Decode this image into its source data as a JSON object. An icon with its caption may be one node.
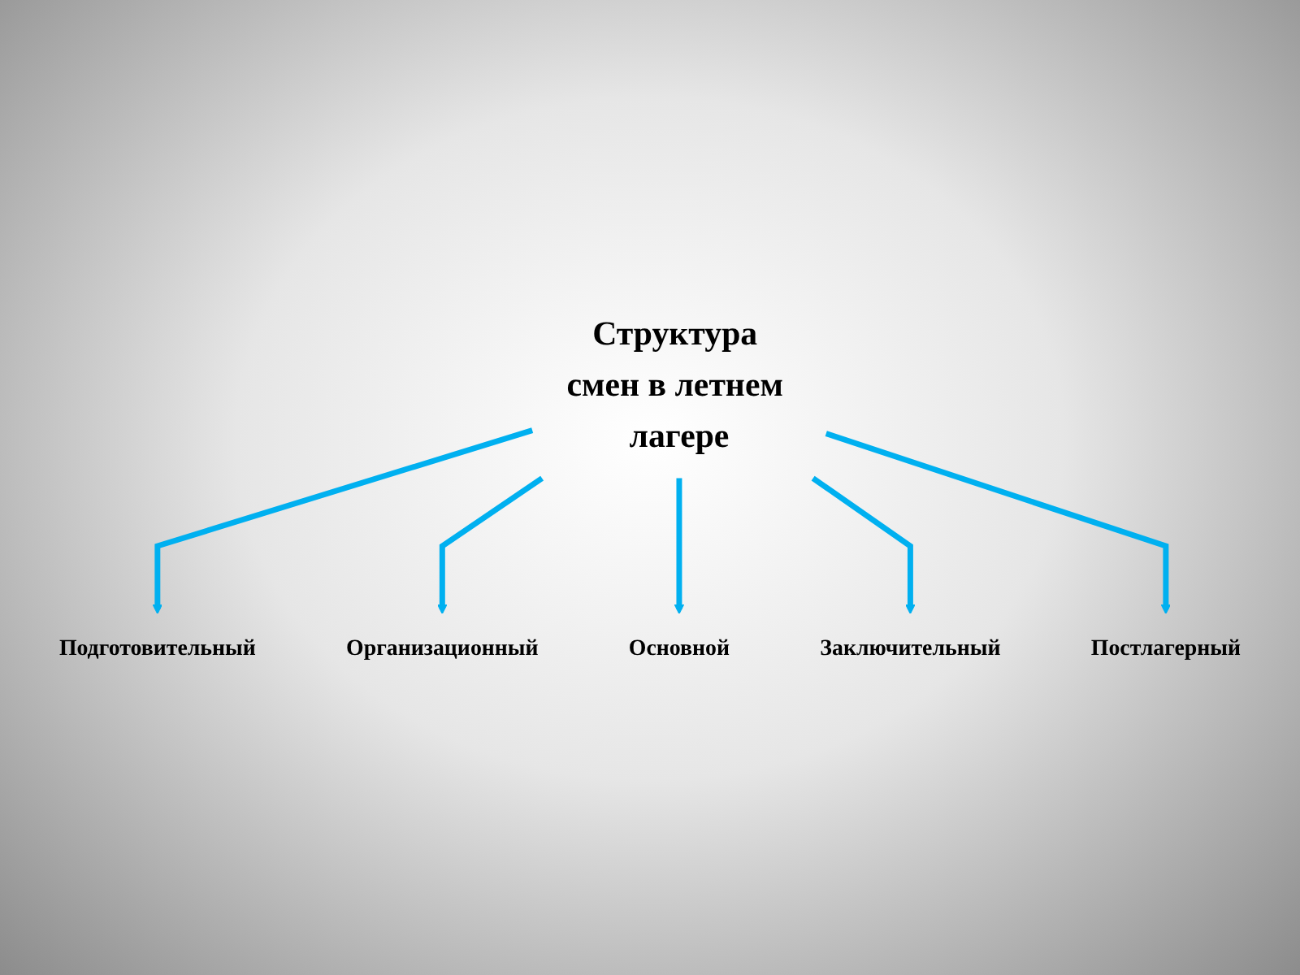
{
  "diagram": {
    "nodes": [
      {
        "text": [
          "Структура смен в летнем лагере"
        ]
      },
      {
        "text": [
          "Подготовительный"
        ]
      },
      {
        "text": [
          "Организационный"
        ]
      },
      {
        "text": [
          "Основной"
        ]
      },
      {
        "text": [
          "Заключительный"
        ]
      },
      {
        "text": [
          "Постлагерный"
        ]
      }
    ],
    "edges": [
      {
        "from": 0,
        "to": 1,
        "arrow": "to"
      },
      {
        "from": 0,
        "to": 2,
        "arrow": "to"
      },
      {
        "from": 0,
        "to": 3,
        "arrow": "to"
      },
      {
        "from": 0,
        "to": 4,
        "arrow": "to"
      },
      {
        "from": 0,
        "to": 5,
        "arrow": "to"
      }
    ]
  }
}
